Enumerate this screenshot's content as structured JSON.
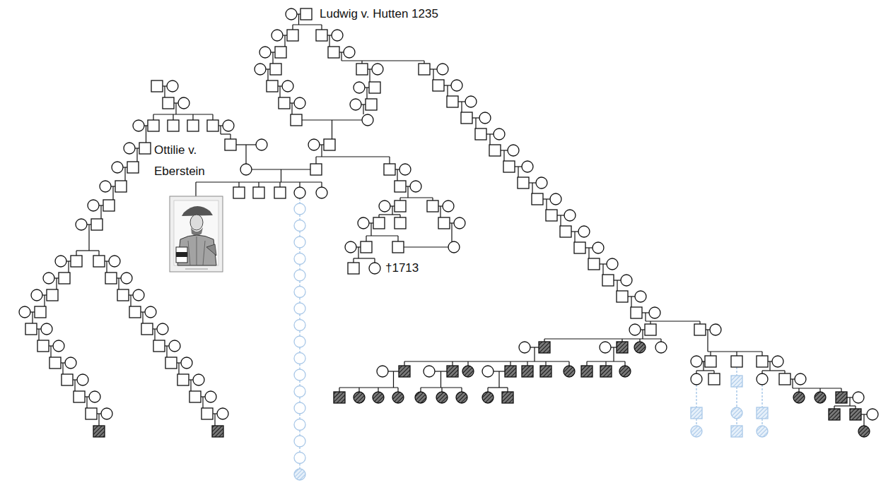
{
  "diagram": {
    "nodes": [
      {
        "text": [
          "Ludwig v. Hutten 1235"
        ]
      },
      {
        "text": [
          "Ottilie v. Eberstein"
        ]
      },
      {
        "text": [
          "†1713"
        ]
      }
    ]
  }
}
